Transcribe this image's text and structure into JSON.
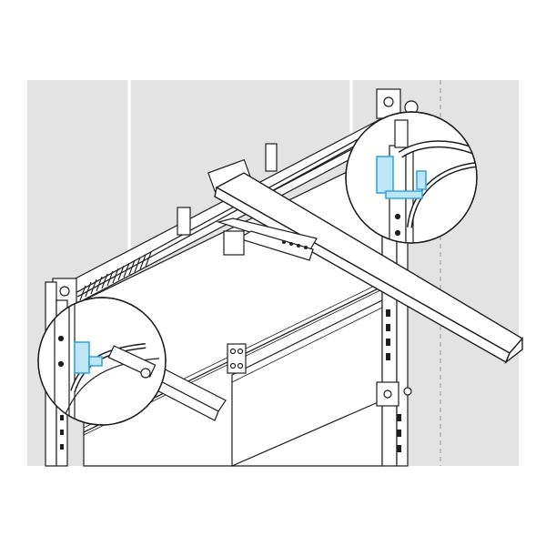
{
  "illustration": {
    "subject": "garage-door-torsion-spring-and-opener-rail-assembly",
    "colors": {
      "page": "#ffffff",
      "panel": "#e3e3e3",
      "line": "#1e1e1e",
      "part_fill": "#ffffff",
      "highlight": "#2fa8e6",
      "highlight_fill": "#bfe6f7"
    },
    "detail_callouts": [
      "lower-left-bracket-detail",
      "upper-right-bracket-detail"
    ]
  }
}
